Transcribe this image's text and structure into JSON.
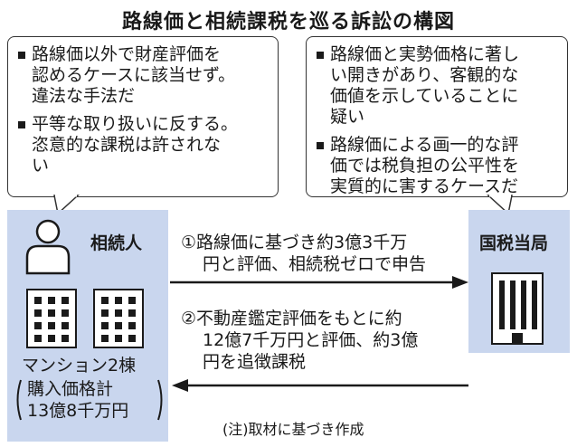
{
  "title": "路線価と相続課税を巡る訴訟の構図",
  "heir_claims": [
    {
      "lines": [
        "路線価以外で財産評価を",
        "認めるケースに該当せず。",
        "違法な手法だ"
      ]
    },
    {
      "lines": [
        "平等な取り扱いに反する。",
        "恣意的な課税は許されな",
        "い"
      ]
    }
  ],
  "tax_office_claims": [
    {
      "lines": [
        "路線価と実勢価格に著し",
        "い開きがあり、客観的な",
        "価値を示していることに",
        "疑い"
      ]
    },
    {
      "lines": [
        "路線価による画一的な評",
        "価では税負担の公平性を",
        "実質的に害するケースだ"
      ]
    }
  ],
  "heir": {
    "label": "相続人",
    "icon": "person-icon"
  },
  "tax_office": {
    "label": "国税当局",
    "icon": "office-building-icon"
  },
  "assets": {
    "label": "マンション2棟",
    "price_line1": "購入価格計",
    "price_line2": "13億8千万円",
    "icon": "apartment-building-icon"
  },
  "flow_1": {
    "lines": [
      "①路線価に基づき約3億3千万",
      "円と評価、相続税ゼロで申告"
    ]
  },
  "flow_2": {
    "lines": [
      "②不動産鑑定評価をもとに約",
      "12億7千万円と評価、約3億",
      "円を追徴課税"
    ]
  },
  "note": "(注)取材に基づき作成",
  "colors": {
    "party_box": "#c9d6ee",
    "ink": "#1a1a1a"
  }
}
